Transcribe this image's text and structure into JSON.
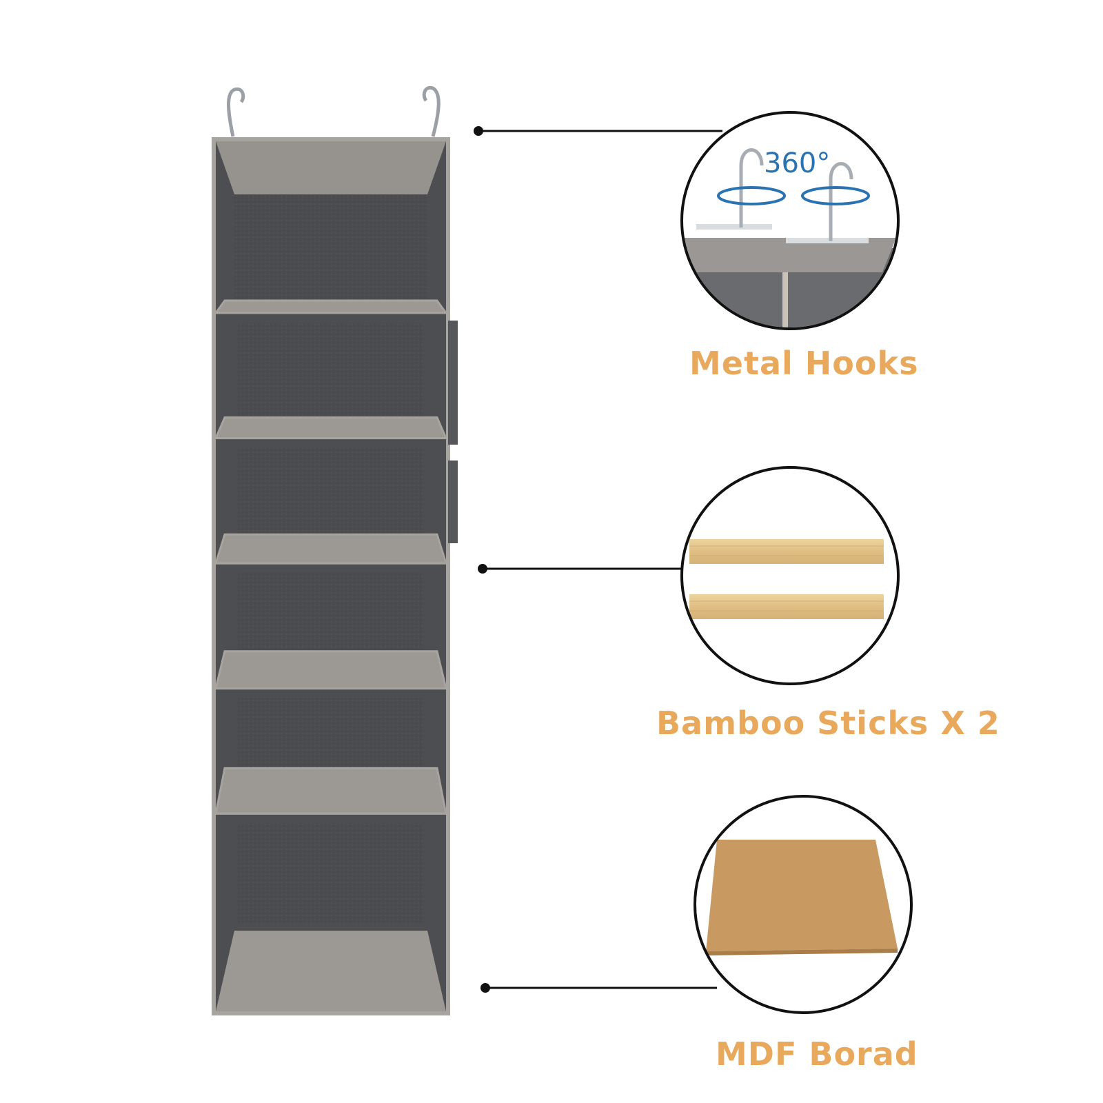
{
  "features": [
    {
      "label": "Metal Hooks",
      "badge": "360°"
    },
    {
      "label": "Bamboo Sticks X 2"
    },
    {
      "label": "MDF Borad"
    }
  ],
  "colors": {
    "label": "#e8a95c",
    "badge": "#2a73b0",
    "organizer": "#4d4e51",
    "organizer_trim": "#a7a39e",
    "shelf": "#9c9894",
    "bamboo": "#e3c58f",
    "mdf": "#c89a62"
  },
  "organizer": {
    "compartments": 6
  }
}
